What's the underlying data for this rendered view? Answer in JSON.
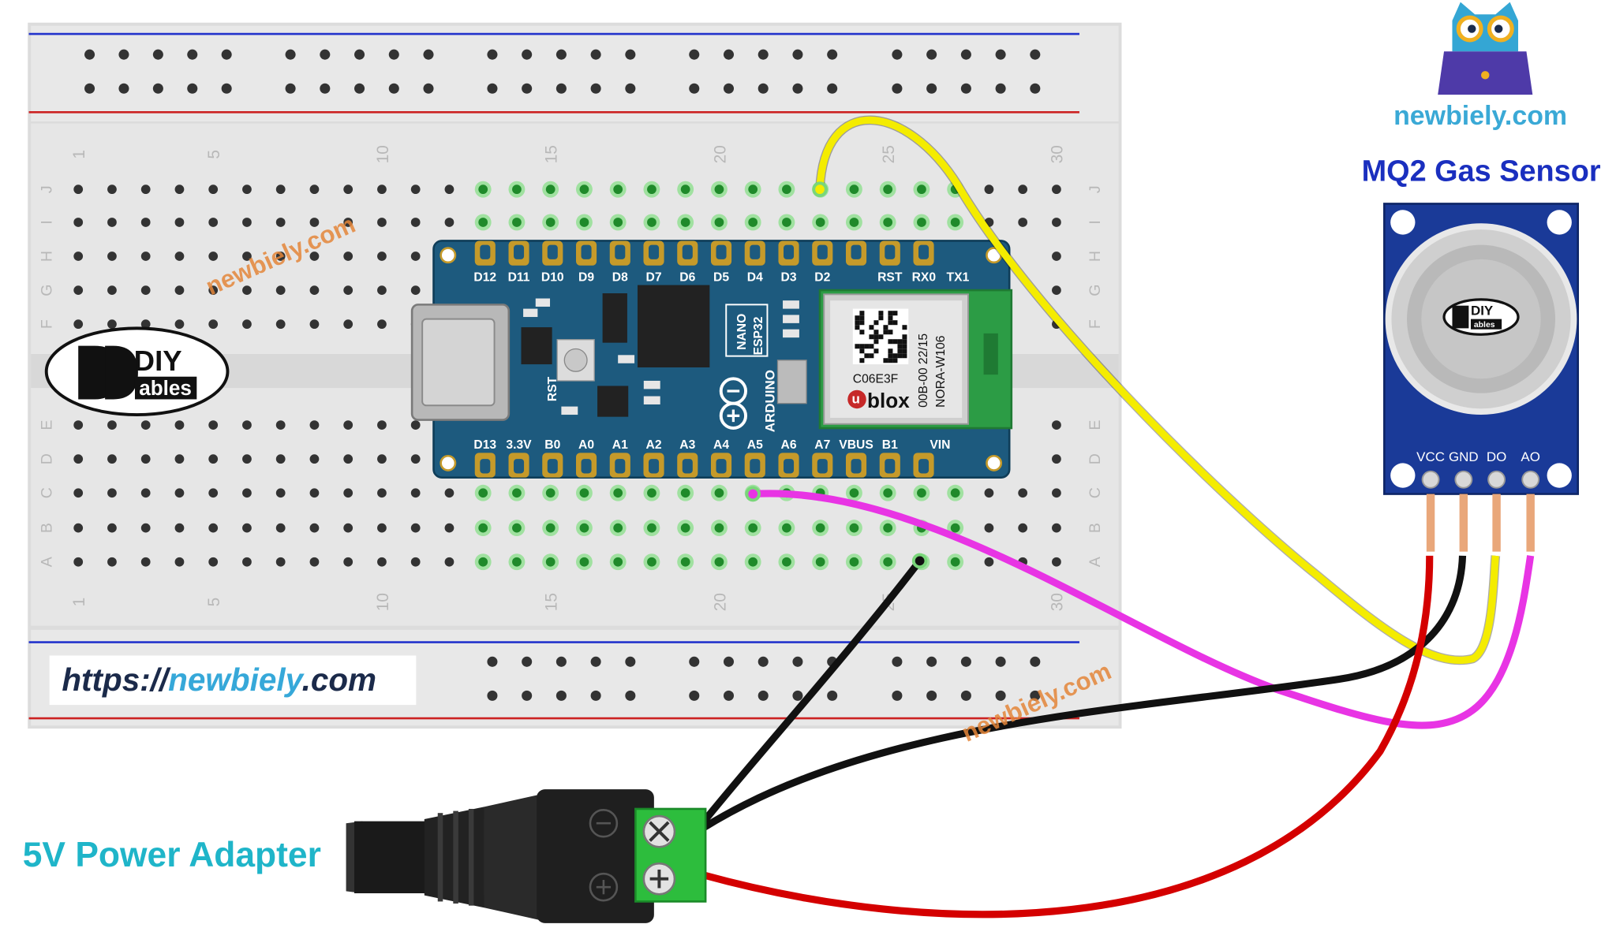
{
  "site_label": "newbiely.com",
  "sensor_title": "MQ2 Gas Sensor",
  "power_label": "5V Power Adapter",
  "url": {
    "prefix": "https://",
    "domain": "newbiely",
    "suffix": ".com"
  },
  "watermark": "newbiely.com",
  "breadboard": {
    "column_numbers": [
      "1",
      "5",
      "10",
      "15",
      "20",
      "25",
      "30"
    ],
    "row_letters_top": [
      "J",
      "I",
      "H",
      "G",
      "F"
    ],
    "row_letters_bottom": [
      "E",
      "D",
      "C",
      "B",
      "A"
    ],
    "brand_top": "DIY",
    "brand_bottom": "ables"
  },
  "board": {
    "top_pins": [
      "D12",
      "D11",
      "D10",
      "D9",
      "D8",
      "D7",
      "D6",
      "D5",
      "D4",
      "D3",
      "D2",
      "RST",
      "RX0",
      "TX1"
    ],
    "bottom_pins": [
      "D13",
      "3.3V",
      "B0",
      "A0",
      "A1",
      "A2",
      "A3",
      "A4",
      "A5",
      "A6",
      "A7",
      "VBUS",
      "B1",
      "VIN"
    ],
    "rst_label": "RST",
    "model_1": "NANO",
    "model_2": "ESP32",
    "maker": "ARDUINO",
    "module_code": "C06E3F",
    "module_brand": "blox",
    "module_brand_u": "u",
    "module_id_1": "00B-00 22/15",
    "module_id_2": "NORA-W106"
  },
  "sensor": {
    "pins": [
      "VCC",
      "GND",
      "DO",
      "AO"
    ],
    "brand_top": "DIY",
    "brand_bottom": "ables"
  },
  "colors": {
    "wire_yellow": "#f4ec00",
    "wire_magenta": "#e834e4",
    "wire_black": "#111111",
    "wire_red": "#d40000",
    "board_blue": "#1d5a7e",
    "sensor_blue": "#1a3a98",
    "pin_gold": "#c59a2a",
    "terminal_green": "#2dbd3d",
    "breadboard": "#e4e4e4"
  }
}
